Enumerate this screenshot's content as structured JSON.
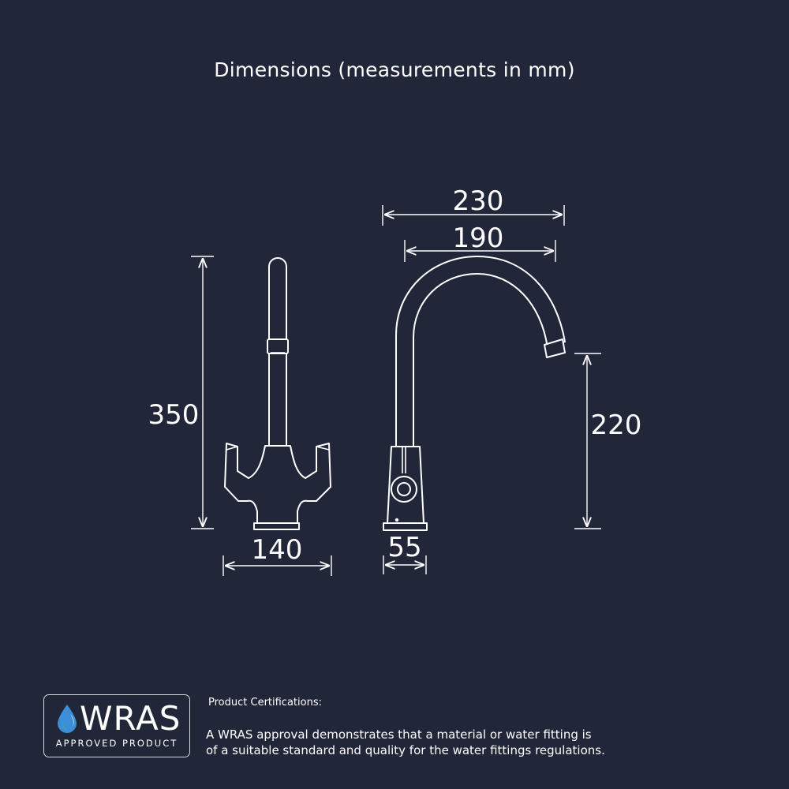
{
  "title": "Dimensions (measurements in mm)",
  "dimensions": {
    "height_total": "350",
    "base_width_front": "140",
    "spout_reach_outer": "230",
    "spout_reach_inner": "190",
    "spout_height": "220",
    "base_depth_side": "55"
  },
  "badge": {
    "word": "WRAS",
    "subtitle": "APPROVED PRODUCT"
  },
  "certification": {
    "heading": "Product Certifications:",
    "line1": "A WRAS approval demonstrates that a material or water fitting is",
    "line2": "of a suitable standard and quality for the water fittings regulations."
  },
  "colors": {
    "background": "#222639",
    "line": "#ffffff",
    "drop_blue": "#3a8fd6",
    "drop_green": "#5bbf5a"
  }
}
